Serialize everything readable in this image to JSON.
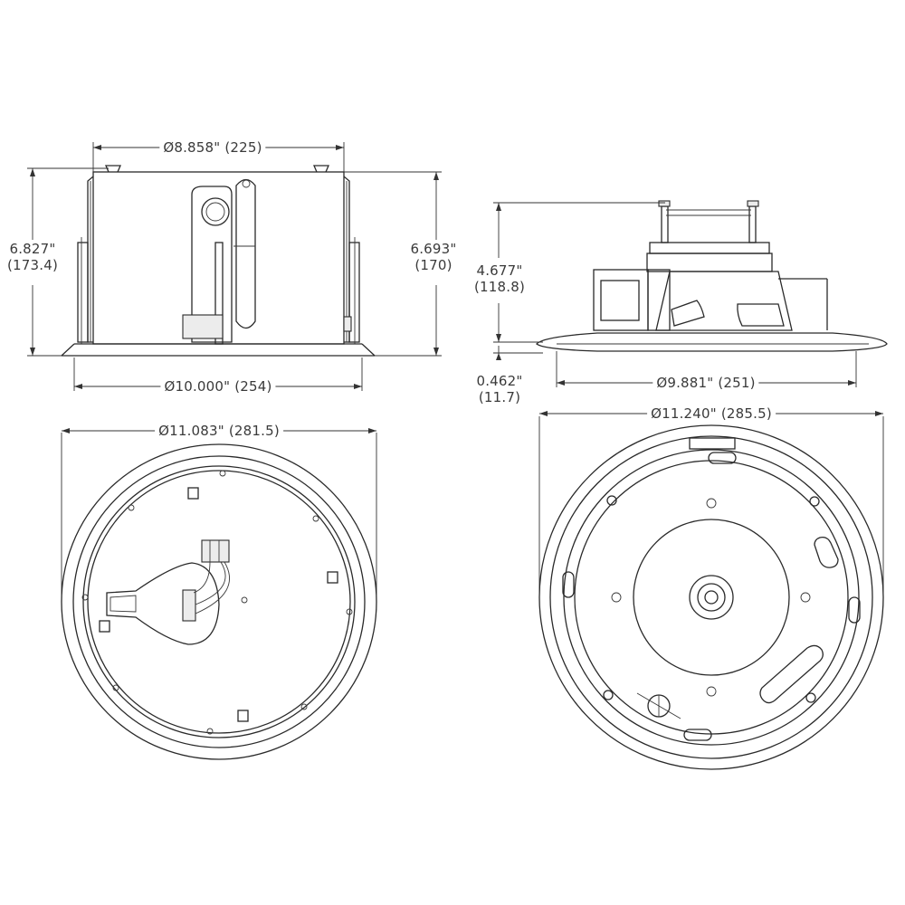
{
  "dimensions": {
    "top_left_width": "Ø8.858\" (225)",
    "left_height_in": "6.827\"",
    "left_height_mm": "(173.4)",
    "right_height_in": "6.693\"",
    "right_height_mm": "(170)",
    "bottom_width": "Ø10.000\" (254)",
    "side_height_in": "4.677\"",
    "side_height_mm": "(118.8)",
    "flange_thickness_in": "0.462\"",
    "flange_thickness_mm": "(11.7)",
    "side_width": "Ø9.881\" (251)",
    "back_view_diameter": "Ø11.083\" (281.5)",
    "front_view_diameter": "Ø11.240\" (285.5)"
  }
}
